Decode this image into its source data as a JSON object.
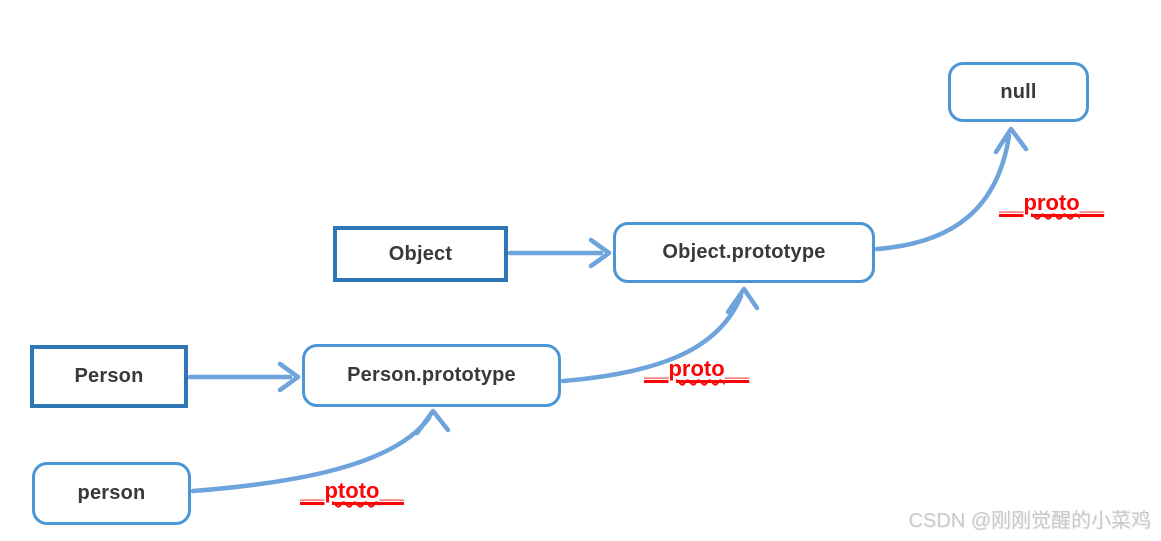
{
  "nodes": {
    "null_node": "null",
    "object_class": "Object",
    "object_prototype": "Object.prototype",
    "person_class": "Person",
    "person_prototype": "Person.prototype",
    "person_instance": "person"
  },
  "labels": {
    "proto_to_null": {
      "pre": "__",
      "word": "proto",
      "post": "__"
    },
    "proto_to_object_prototype": {
      "pre": "__",
      "word": "proto",
      "post": "__"
    },
    "ptoto_to_person_prototype": {
      "pre": "__",
      "word": "ptoto",
      "post": "__"
    }
  },
  "watermark": "CSDN @刚刚觉醒的小菜鸡",
  "colors": {
    "rounded_box_border": "#4c96d7",
    "square_box_border": "#2e75b6",
    "arrow_blue": "#6fa3db",
    "label_red": "#fa0606",
    "node_text": "#3b3838",
    "watermark_gray": "#c9c9c9"
  }
}
